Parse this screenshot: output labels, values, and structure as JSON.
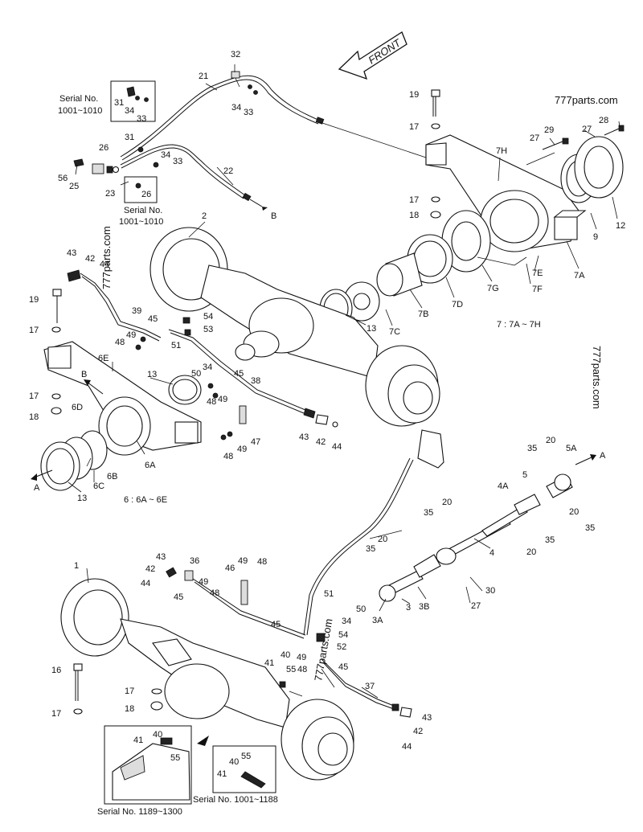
{
  "watermark": "777parts.com",
  "front_label": "FRONT",
  "captions": {
    "serial_1001_1010_top_a": "Serial No.",
    "serial_1001_1010_top_b": "1001~1010",
    "serial_1001_1010_mid_a": "Serial No.",
    "serial_1001_1010_mid_b": "1001~1010",
    "group_7": "7 : 7A ~ 7H",
    "group_6": "6 : 6A ~ 6E",
    "serial_1189_1300": "Serial No. 1189~1300",
    "serial_1001_1188": "Serial No. 1001~1188"
  },
  "callouts": {
    "c32": "32",
    "c21": "21",
    "c34a": "34",
    "c33a": "33",
    "c31a": "31",
    "c34b": "34",
    "c33b": "33",
    "c31b": "31",
    "c26a": "26",
    "c34c": "34",
    "c33c": "33",
    "c56": "56",
    "c25": "25",
    "c23": "23",
    "c22": "22",
    "c26b": "26",
    "arrowB1": "B",
    "c2": "2",
    "c19a": "19",
    "c17a": "17",
    "c17b": "17",
    "c18a": "18",
    "c7H": "7H",
    "c29": "29",
    "c27a": "27",
    "c28": "28",
    "c27b": "27",
    "c9": "9",
    "c12": "12",
    "c7E": "7E",
    "c7F": "7F",
    "c7G": "7G",
    "c7A": "7A",
    "c7D": "7D",
    "c7B": "7B",
    "c7C": "7C",
    "c13a": "13",
    "c43a": "43",
    "c42a": "42",
    "c44a": "44",
    "c19b": "19",
    "c17c": "17",
    "c39": "39",
    "c45a": "45",
    "c54a": "54",
    "c53": "53",
    "c48a": "48",
    "c49a": "49",
    "c51a": "51",
    "c50a": "50",
    "c34d": "34",
    "c6E": "6E",
    "arrowB2": "B",
    "c6D": "6D",
    "c13b": "13",
    "c17d": "17",
    "c18b": "18",
    "c45b": "45",
    "c38": "38",
    "c48b": "48",
    "c49b": "49",
    "c47": "47",
    "c48c": "48",
    "c49c": "49",
    "c43b": "43",
    "c42b": "42",
    "c44b": "44",
    "c6A": "6A",
    "c6B": "6B",
    "c6C": "6C",
    "c13c": "13",
    "arrowA1": "A",
    "c35a": "35",
    "c20a": "20",
    "c5A": "5A",
    "arrowA2": "A",
    "c5": "5",
    "c4A": "4A",
    "c35b": "35",
    "c20b": "20",
    "c35c": "35",
    "c20c": "20",
    "c35d": "35",
    "c20d": "20",
    "c35e": "35",
    "c20e": "20",
    "c4": "4",
    "c30": "30",
    "c27c": "27",
    "c3B": "3B",
    "c3": "3",
    "c3A": "3A",
    "c1": "1",
    "c43c": "43",
    "c42c": "42",
    "c44c": "44",
    "c36": "36",
    "c49d": "49",
    "c48d": "48",
    "c46": "46",
    "c49e": "49",
    "c48e": "48",
    "c45c": "45",
    "c51b": "51",
    "c50b": "50",
    "c34e": "34",
    "c45d": "45",
    "c54b": "54",
    "c52": "52",
    "c49f": "49",
    "c48f": "48",
    "c40a": "40",
    "c41a": "41",
    "c55a": "55",
    "c45e": "45",
    "c37": "37",
    "c43d": "43",
    "c42d": "42",
    "c44d": "44",
    "c16": "16",
    "c17e": "17",
    "c18c": "18",
    "c17f": "17",
    "c41b": "41",
    "c40b": "40",
    "c55b": "55",
    "c40c": "40",
    "c55c": "55",
    "c41c": "41"
  }
}
